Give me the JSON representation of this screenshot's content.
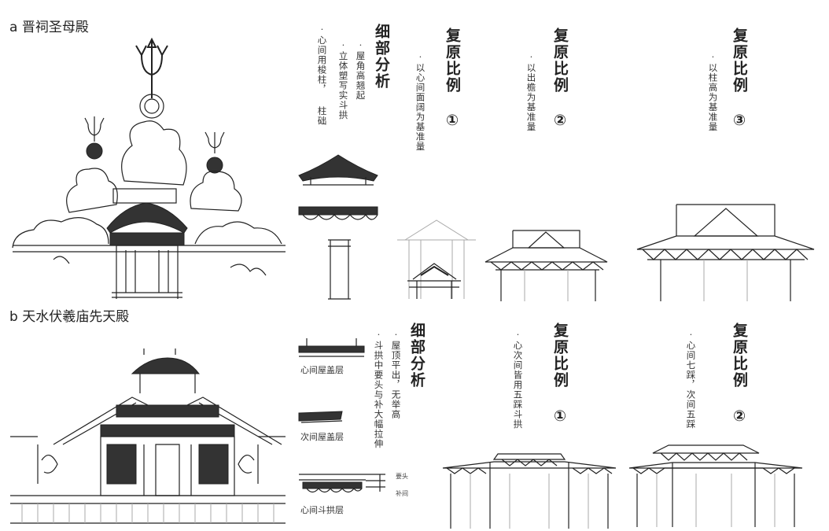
{
  "sections": {
    "a": {
      "label": "a 晋祠圣母殿",
      "detail": {
        "title": "细部分析",
        "notes": [
          "·屋角高翘起",
          "·立体塑写实斗拱",
          "·心间用梭柱， 柱础"
        ]
      },
      "ratios": [
        {
          "title": "复原比例",
          "num": "①",
          "note": "·以心间面阔为基准量"
        },
        {
          "title": "复原比例",
          "num": "②",
          "note": "·以出檐为基准量"
        },
        {
          "title": "复原比例",
          "num": "③",
          "note": "·以柱高为基准量"
        }
      ]
    },
    "b": {
      "label": "b 天水伏羲庙先天殿",
      "detail": {
        "title": "细部分析",
        "notes": [
          "·屋顶平出，无举高",
          "·斗拱中要头与补大幅拉伸"
        ],
        "captions": [
          "心间屋盖层",
          "次间屋盖层",
          "心间斗拱层"
        ],
        "small_labels": [
          "要头",
          "补间"
        ]
      },
      "ratios": [
        {
          "title": "复原比例",
          "num": "①",
          "note": "·心次间皆用五踩斗拱"
        },
        {
          "title": "复原比例",
          "num": "②",
          "note": "·心间七踩，次间五踩"
        }
      ]
    }
  }
}
